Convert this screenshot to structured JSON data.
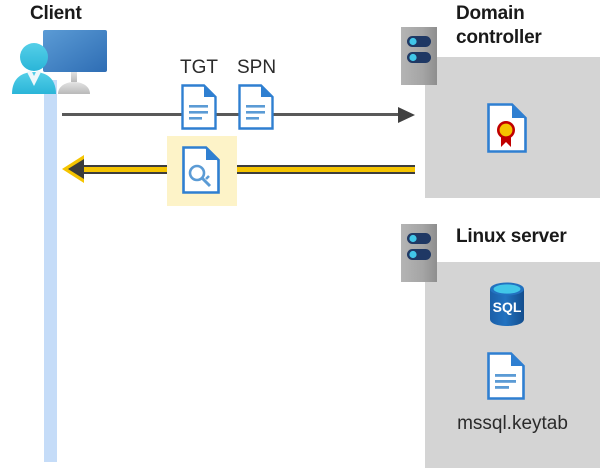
{
  "diagram": {
    "title_client": "Client",
    "title_domain_controller": "Domain\ncontroller",
    "title_linux_server": "Linux server",
    "labels": {
      "tgt": "TGT",
      "spn": "SPN",
      "keytab": "mssql.keytab",
      "sql": "SQL"
    },
    "icons": {
      "client": "client-workstation-icon",
      "dc_rack": "server-rack-icon",
      "linux_rack": "server-rack-icon",
      "tgt_doc": "document-icon",
      "spn_doc": "document-icon",
      "key_doc": "key-document-icon",
      "certificate": "certificate-document-icon",
      "database": "sql-database-icon",
      "keytab_doc": "document-icon"
    },
    "flows": [
      {
        "name": "request",
        "direction": "client-to-domain-controller",
        "style": "solid-gray-arrow",
        "carries": [
          "TGT",
          "SPN"
        ]
      },
      {
        "name": "response",
        "direction": "domain-controller-to-client",
        "style": "solid-yellow-arrow",
        "carries": [
          "service-ticket"
        ]
      }
    ],
    "colors": {
      "zone_background": "#d4d4d4",
      "lifeline": "#c5dcf8",
      "highlight": "#fdf3c8",
      "arrow_yellow": "#f5c400",
      "arrow_gray": "#595959",
      "icon_blue": "#2f7fd1",
      "icon_navy": "#1f3864",
      "icon_cyan": "#41c6e8",
      "title_text": "#1a1a1a",
      "label_text": "#2b2b2b",
      "seal_gold": "#f5c400",
      "seal_red": "#c00000"
    }
  }
}
